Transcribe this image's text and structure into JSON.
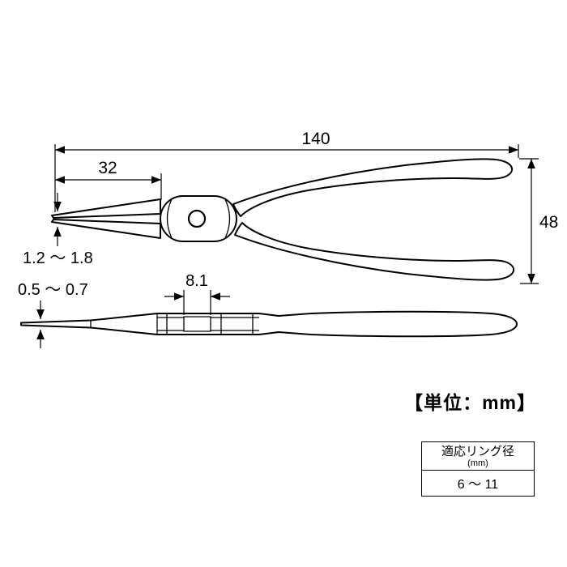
{
  "drawing": {
    "dimensions": {
      "total_length": "140",
      "jaw_length": "32",
      "handle_spread": "48",
      "tip_range_side": "1.2 ～ 1.8",
      "tip_range_top": "0.5 ～ 0.7",
      "joint_width": "8.1"
    },
    "unit_label": "【単位：mm】"
  },
  "spec_table": {
    "header": "適応リング径",
    "header_sub": "(mm)",
    "value": "6 ～ 11"
  },
  "colors": {
    "line": "#000000",
    "background": "#ffffff"
  }
}
